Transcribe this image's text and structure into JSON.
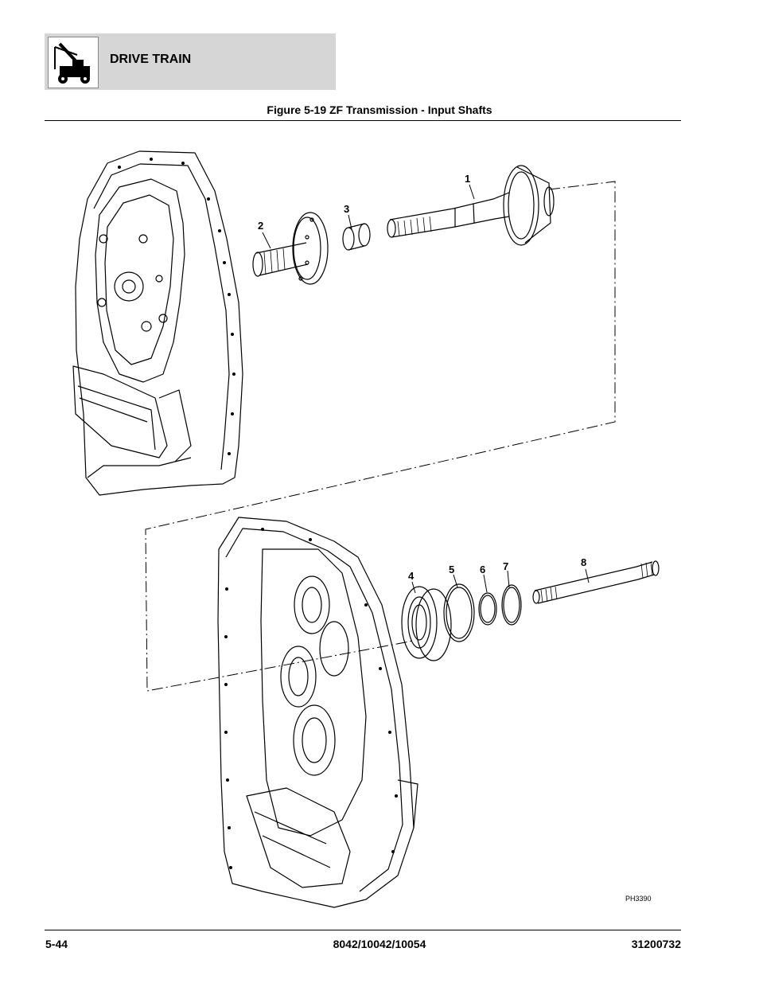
{
  "header": {
    "section_title": "DRIVE TRAIN",
    "logo_icon": "telehandler-icon"
  },
  "figure": {
    "title": "Figure 5-19 ZF Transmission - Input Shafts",
    "callouts": [
      "1",
      "2",
      "3",
      "4",
      "5",
      "6",
      "7",
      "8"
    ],
    "photo_id": "PH3390"
  },
  "footer": {
    "page_number": "5-44",
    "models": "8042/10042/10054",
    "doc_number": "31200732"
  }
}
